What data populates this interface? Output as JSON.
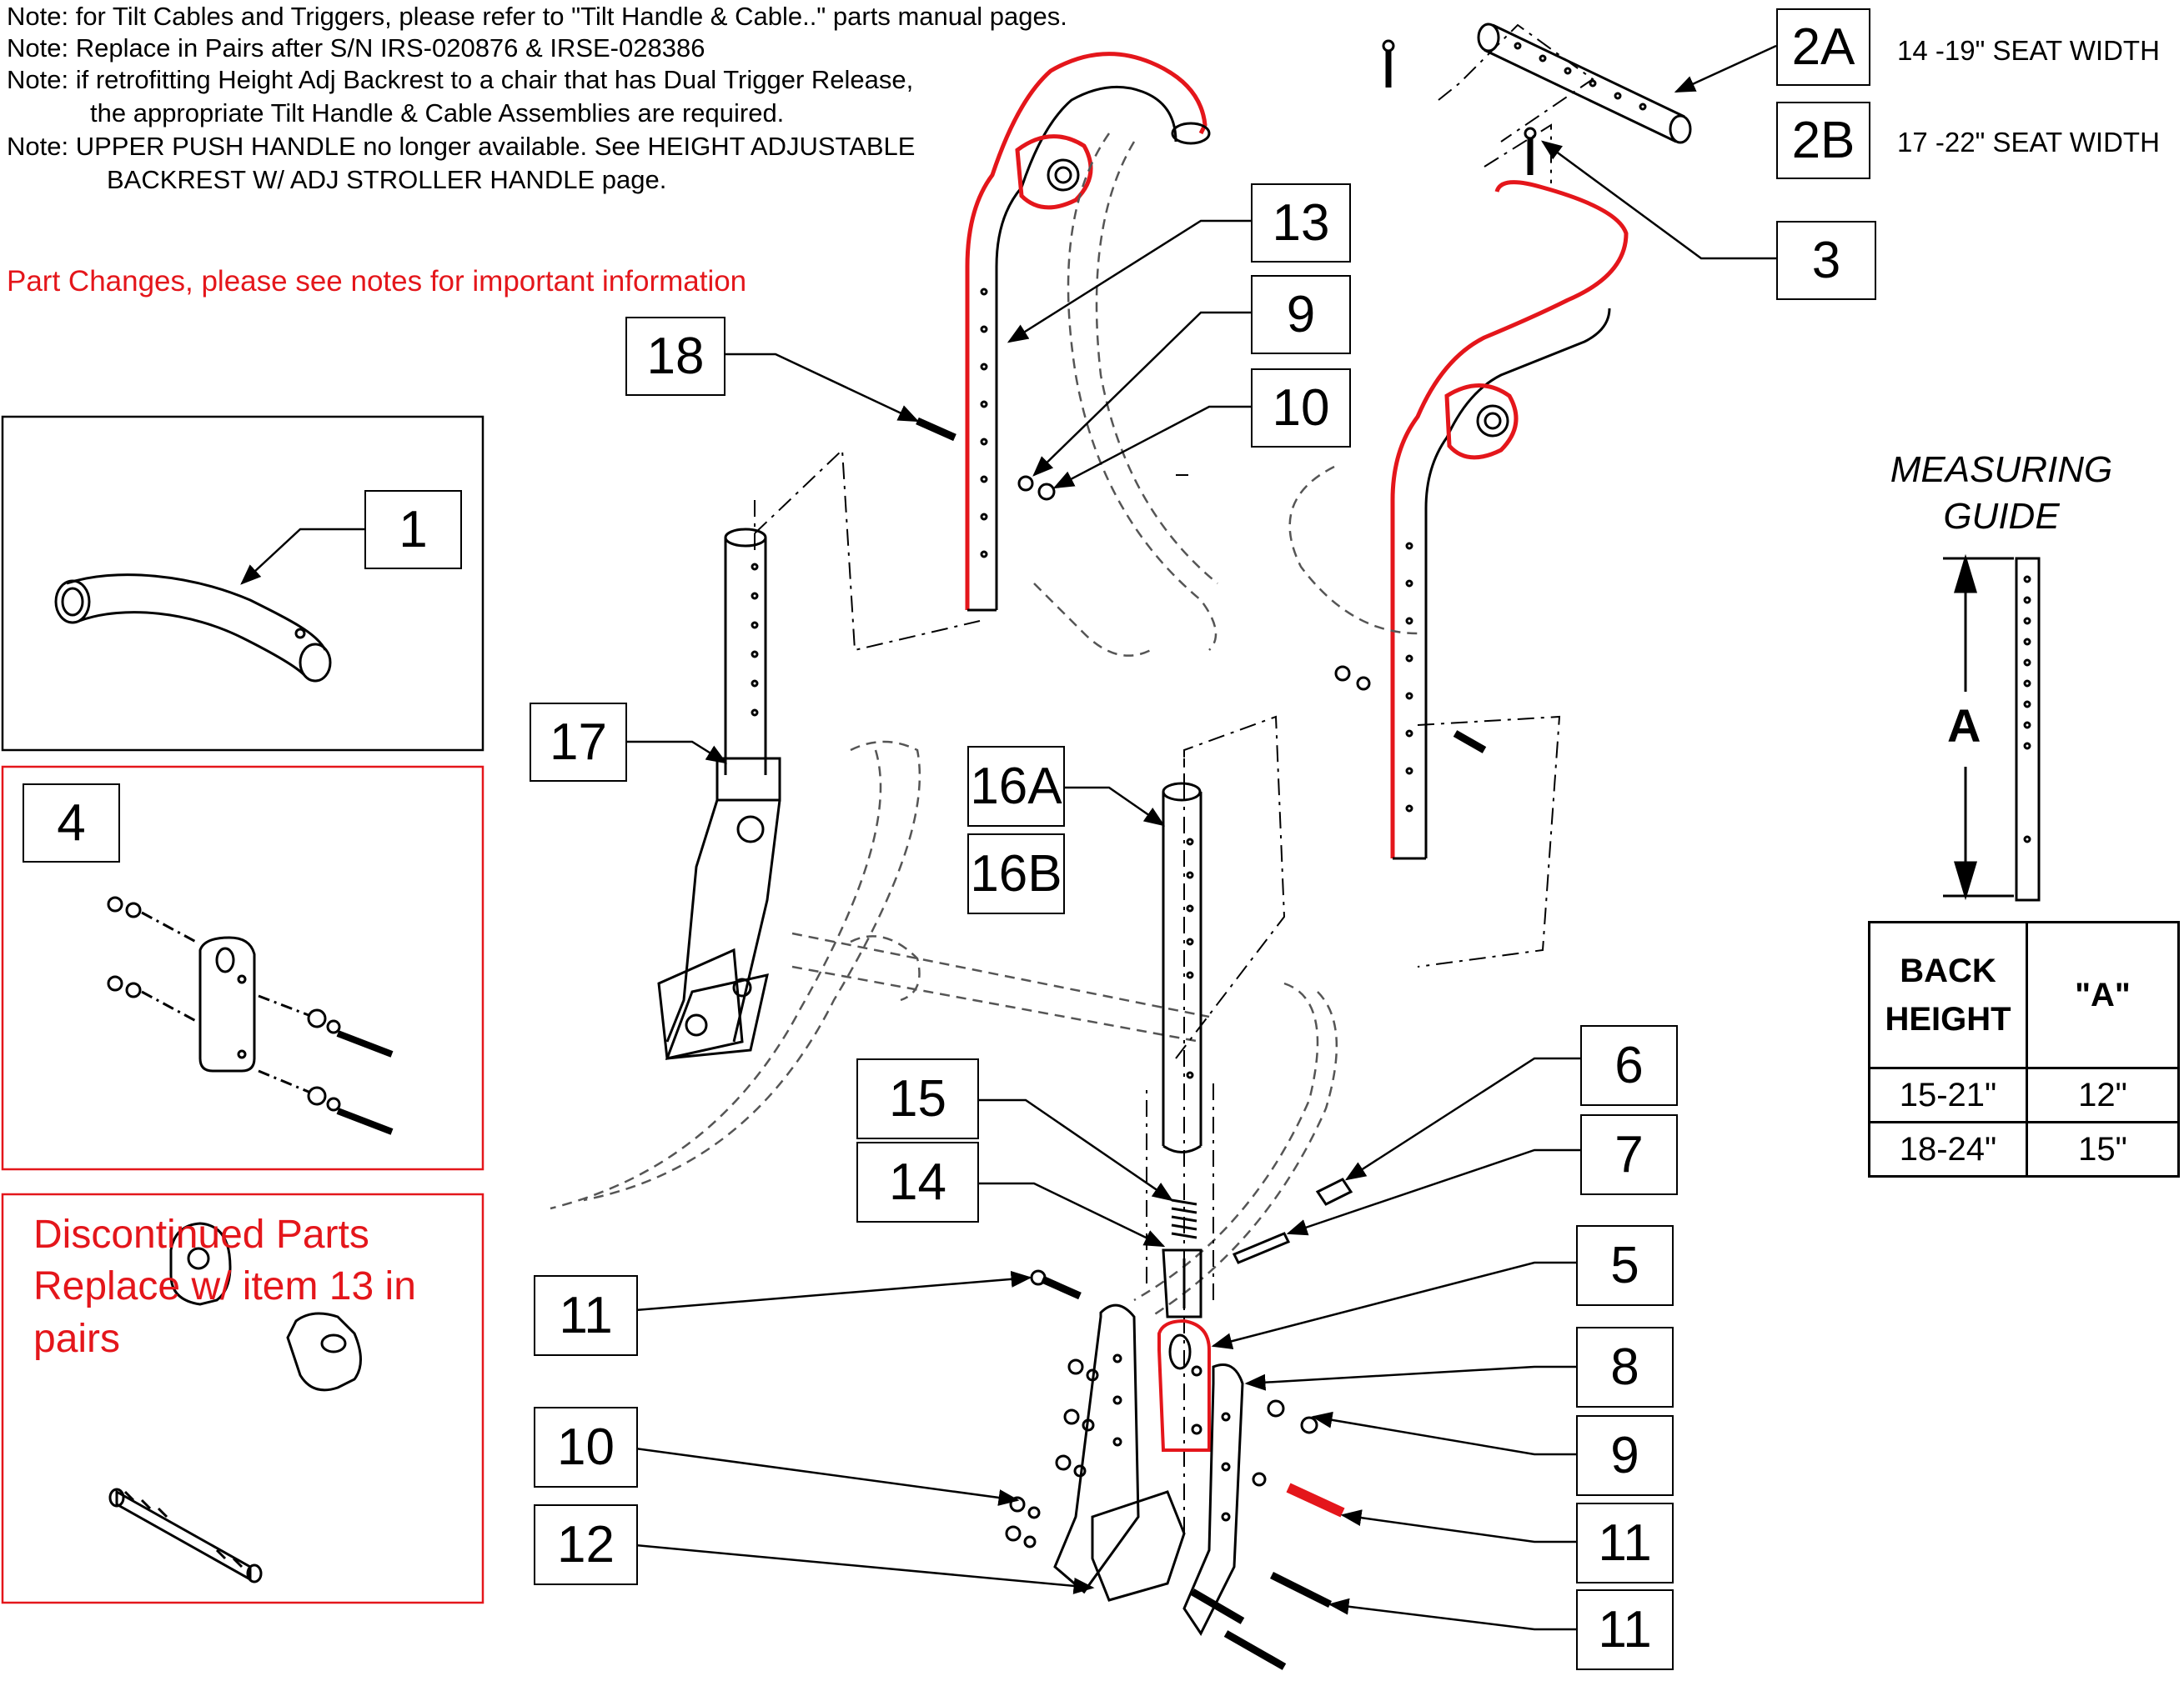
{
  "notes": [
    "Note: for Tilt Cables and Triggers, please refer to \"Tilt Handle & Cable..\" parts manual pages.",
    "Note: Replace in Pairs after S/N IRS-020876 & IRSE-028386",
    "Note: if retrofitting Height Adj Backrest to a chair that has Dual Trigger Release,",
    "the appropriate Tilt Handle & Cable Assemblies are required.",
    "Note: UPPER PUSH HANDLE no longer available. See HEIGHT ADJUSTABLE",
    "BACKREST W/ ADJ STROLLER HANDLE page."
  ],
  "part_changes": "Part Changes, please see notes for important information",
  "callouts": {
    "c1": "1",
    "c2a": "2A",
    "c2b": "2B",
    "c3": "3",
    "c4": "4",
    "c5": "5",
    "c6": "6",
    "c7": "7",
    "c8": "8",
    "c9a": "9",
    "c9b": "9",
    "c10a": "10",
    "c10b": "10",
    "c11a": "11",
    "c11b": "11",
    "c11c": "11",
    "c12": "12",
    "c13": "13",
    "c14": "14",
    "c15": "15",
    "c16a": "16A",
    "c16b": "16B",
    "c17": "17",
    "c18": "18"
  },
  "seat_width": {
    "a": "14 -19\" SEAT WIDTH",
    "b": "17 -22\" SEAT WIDTH"
  },
  "measuring_guide": {
    "title_line1": "MEASURING",
    "title_line2": "GUIDE",
    "dimension_label": "A",
    "header_back_height_1": "BACK",
    "header_back_height_2": "HEIGHT",
    "header_a": "\"A\"",
    "rows": [
      {
        "back_height": "15-21\"",
        "a": "12\""
      },
      {
        "back_height": "18-24\"",
        "a": "15\""
      }
    ]
  },
  "discontinued": {
    "line1": "Discontinued Parts",
    "line2": "Replace w/ item 13 in",
    "line3": "pairs"
  },
  "colors": {
    "highlight": "#e4161b",
    "line": "#000000",
    "dashed": "#555555"
  }
}
